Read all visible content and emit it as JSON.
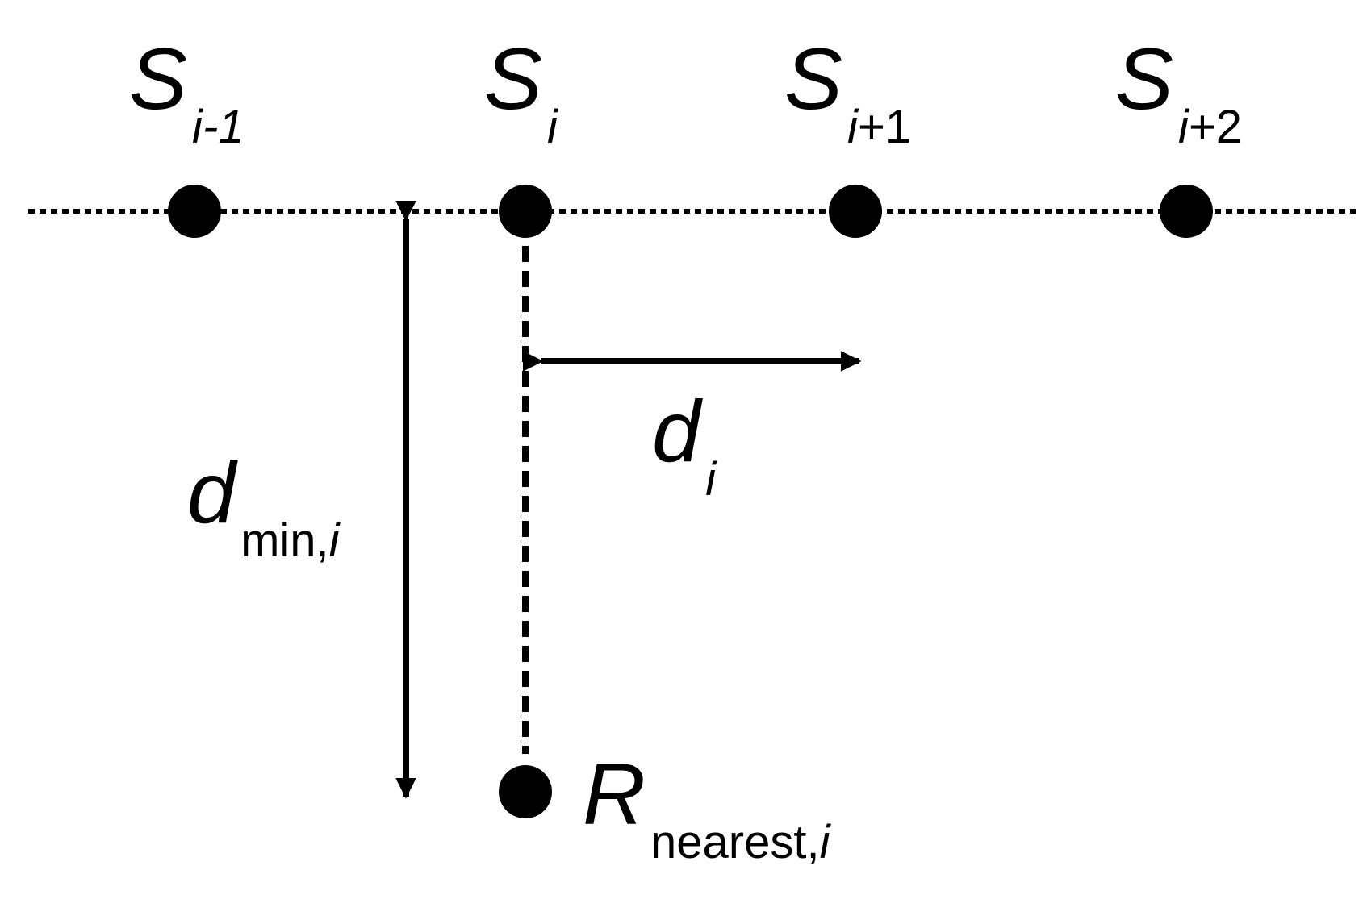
{
  "sites": [
    {
      "main": "S",
      "sub_parts": [
        {
          "t": "i",
          "it": true
        },
        {
          "t": "-1",
          "it": true
        }
      ]
    },
    {
      "main": "S",
      "sub_parts": [
        {
          "t": "i",
          "it": true
        }
      ]
    },
    {
      "main": "S",
      "sub_parts": [
        {
          "t": "i",
          "it": true
        },
        {
          "t": "+1",
          "it": false
        }
      ]
    },
    {
      "main": "S",
      "sub_parts": [
        {
          "t": "i",
          "it": true
        },
        {
          "t": "+2",
          "it": false
        }
      ]
    }
  ],
  "d_min": {
    "main": "d",
    "sub_parts": [
      {
        "t": "min,",
        "it": false
      },
      {
        "t": "i",
        "it": true
      }
    ]
  },
  "d_i": {
    "main": "d",
    "sub_parts": [
      {
        "t": "i",
        "it": true
      }
    ]
  },
  "r_nearest": {
    "main": "R",
    "sub_parts": [
      {
        "t": "nearest,",
        "it": false
      },
      {
        "t": "i",
        "it": true
      }
    ]
  },
  "colors": {
    "ink": "#000000",
    "background": "#ffffff"
  }
}
